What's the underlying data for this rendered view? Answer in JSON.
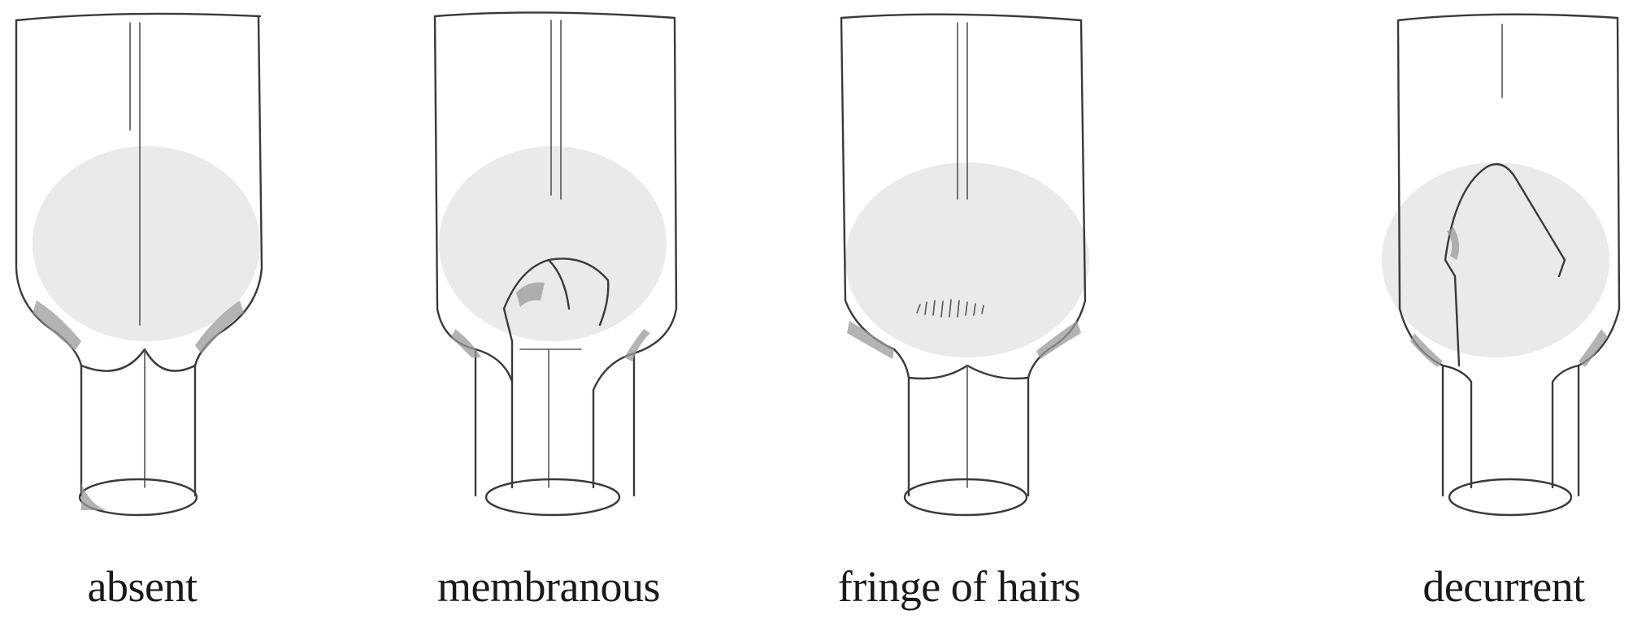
{
  "figure": {
    "panels": [
      {
        "id": "absent",
        "label": "absent"
      },
      {
        "id": "membranous",
        "label": "membranous"
      },
      {
        "id": "fringe",
        "label": "fringe of hairs"
      },
      {
        "id": "decurrent",
        "label": "decurrent"
      }
    ]
  }
}
